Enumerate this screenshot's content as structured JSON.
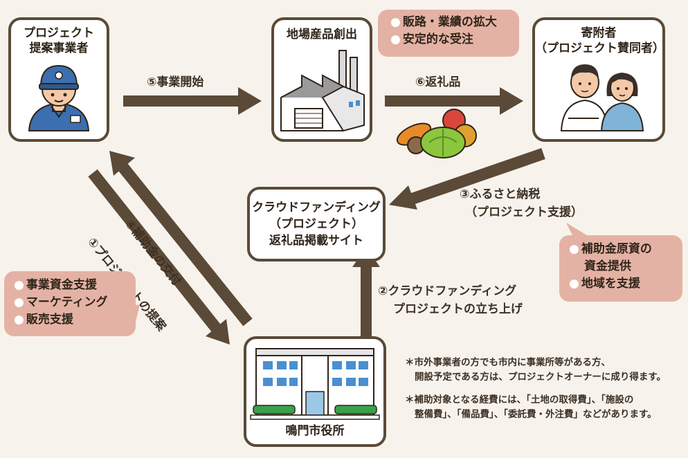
{
  "nodes": {
    "proposer": {
      "title_l1": "プロジェクト",
      "title_l2": "提案事業者"
    },
    "factory": {
      "title": "地場産品創出"
    },
    "donor": {
      "title_l1": "寄附者",
      "title_l2": "（プロジェクト賛同者）"
    },
    "crowdfunding": {
      "l1": "クラウドファンディング",
      "l2": "（プロジェクト）",
      "l3": "返礼品掲載サイト"
    },
    "city": {
      "title": "鳴門市役所"
    }
  },
  "edges": {
    "e5": "⑤事業開始",
    "e6": "⑥返礼品",
    "e3_l1": "③ふるさと納税",
    "e3_l2": "（プロジェクト支援）",
    "e2_l1": "②クラウドファンディング",
    "e2_l2": "プロジェクトの立ち上げ",
    "e4": "④補助金の交付",
    "e1": "①プロジェクトの提案"
  },
  "bubbles": {
    "sales": [
      "販路・業績の拡大",
      "安定的な受注"
    ],
    "donor_support": [
      "補助金原資の",
      "資金提供",
      "地域を支援"
    ],
    "business_support": [
      "事業資金支援",
      "マーケティング",
      "販売支援"
    ]
  },
  "notes": {
    "n1_l1": "＊市外事業者の方でも市内に事業所等がある方、",
    "n1_l2": "開設予定である方は、プロジェクトオーナーに成り得ます。",
    "n2_l1": "＊補助対象となる経費には、「土地の取得費」、「施設の",
    "n2_l2": "整備費」、「備品費」、「委託費・外注費」などがあります。"
  },
  "colors": {
    "arrow": "#5b4a38",
    "bubble": "#e4b2a4",
    "background": "#f7f3ec"
  }
}
